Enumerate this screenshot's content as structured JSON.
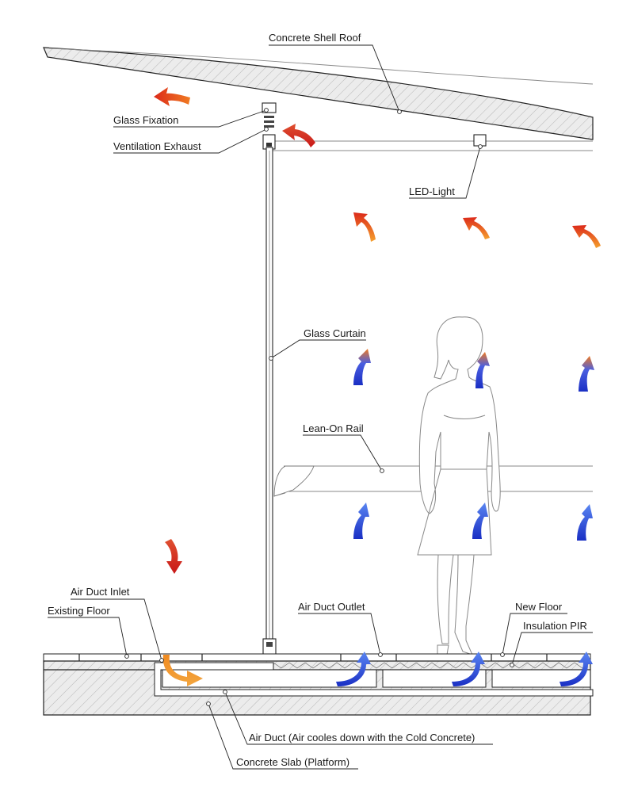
{
  "labels": {
    "roof": "Concrete Shell Roof",
    "glass_fixation": "Glass Fixation",
    "ventilation_exhaust": "Ventilation  Exhaust",
    "led_light": "LED-Light",
    "glass_curtain": "Glass Curtain",
    "lean_on_rail": "Lean-On Rail",
    "air_duct_inlet": "Air Duct Inlet",
    "existing_floor": "Existing Floor",
    "air_duct_outlet": "Air Duct Outlet",
    "new_floor": "New Floor",
    "insulation": "Insulation PIR",
    "air_duct": "Air Duct (Air cooles down with the Cold Concrete)",
    "slab": "Concrete Slab (Platform)"
  },
  "colors": {
    "warm_dark": "#d8281a",
    "warm_light": "#f39a2c",
    "cool_dark": "#1c36c8",
    "cool_light": "#4f78ee",
    "hatch": "#9a9a9a",
    "concrete_fill": "#e6e6e6"
  },
  "airflow": {
    "hot_exhaust": "warm air leaving below roof",
    "rising_warm": "warm air rising",
    "rising_cool": "cool air rising",
    "supply_down": "air falling to inlet",
    "duct_cold": "cooled air from duct"
  }
}
